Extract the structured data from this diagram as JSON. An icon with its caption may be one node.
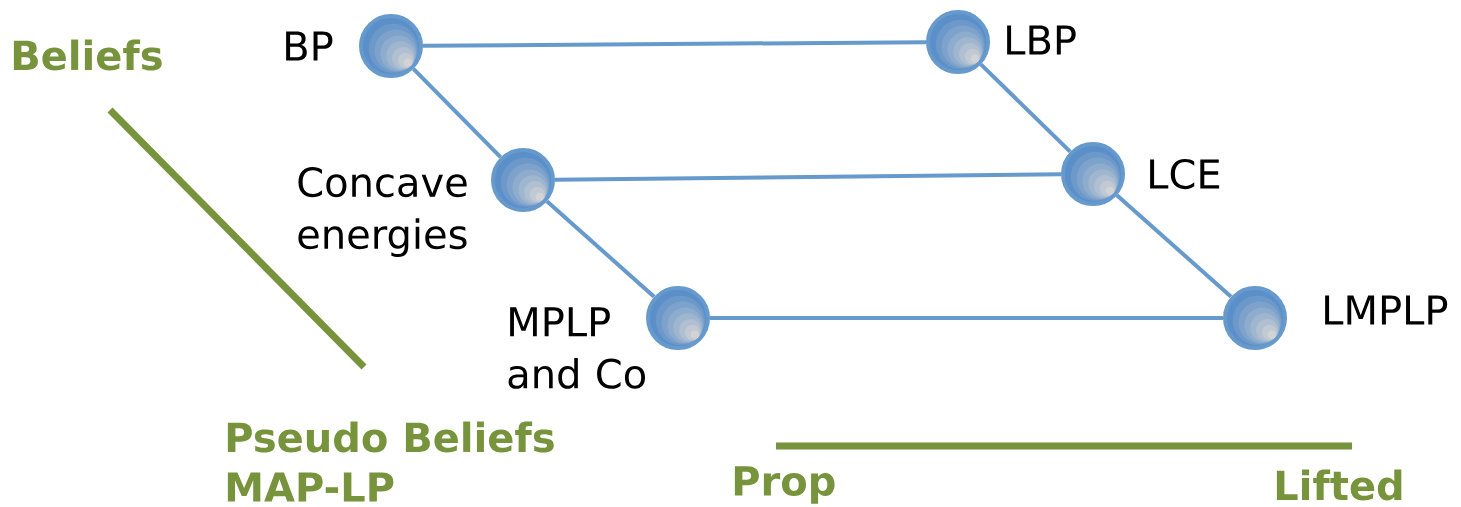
{
  "diagram": {
    "nodes": [
      {
        "text": [],
        "shape": "circle",
        "beside": [
          "BP"
        ]
      },
      {
        "text": [],
        "shape": "circle",
        "beside": [
          "LBP"
        ]
      },
      {
        "text": [],
        "shape": "circle",
        "beside": [
          "Concave energies"
        ]
      },
      {
        "text": [],
        "shape": "circle",
        "beside": [
          "LCE"
        ]
      },
      {
        "text": [],
        "shape": "circle",
        "beside": [
          "MPLP and Co"
        ]
      },
      {
        "text": [],
        "shape": "circle",
        "beside": [
          "LMPLP"
        ]
      }
    ],
    "edges": [
      {
        "from": 0,
        "to": 1,
        "arrow": "none"
      },
      {
        "from": 0,
        "to": 2,
        "arrow": "none"
      },
      {
        "from": 1,
        "to": 3,
        "arrow": "none"
      },
      {
        "from": 2,
        "to": 3,
        "arrow": "none"
      },
      {
        "from": 2,
        "to": 4,
        "arrow": "none"
      },
      {
        "from": 3,
        "to": 5,
        "arrow": "none"
      },
      {
        "from": 4,
        "to": 5,
        "arrow": "none"
      }
    ],
    "labels": [
      "Beliefs",
      "Pseudo Beliefs",
      "MAP-LP",
      "Prop",
      "Lifted"
    ]
  }
}
